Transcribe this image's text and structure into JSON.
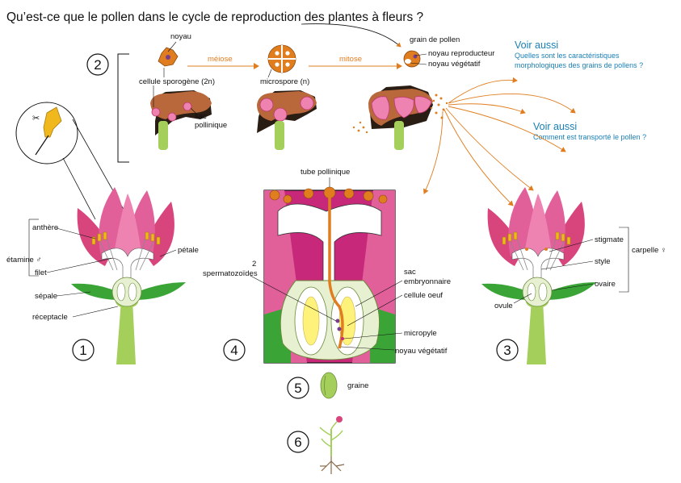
{
  "title": "Qu’est-ce que le pollen dans le cycle de reproduction des plantes à fleurs ?",
  "steps": {
    "s1": "1",
    "s2": "2",
    "s3": "3",
    "s4": "4",
    "s5": "5",
    "s6": "6"
  },
  "labels": {
    "noyau": "noyau",
    "meiose": "méiose",
    "mitose": "mitose",
    "grain_de_pollen": "grain de pollen",
    "noyau_reproducteur": "noyau reproducteur",
    "noyau_vegetatif_top": "noyau végétatif",
    "cellule_sporogene": "cellule sporogène (2n)",
    "microspore": "microspore (n)",
    "sac": "sac",
    "pollinique": "pollinique",
    "anthere": "anthère",
    "etamine": "étamine ♂",
    "filet": "filet",
    "petale": "pétale",
    "sepale": "sépale",
    "receptacle": "réceptacle",
    "tube_pollinique": "tube pollinique",
    "spermatozoides_n": "2",
    "spermatozoides": "spermatozoïdes",
    "sac_embryonnaire_1": "sac",
    "sac_embryonnaire_2": "embryonnaire",
    "cellule_oeuf": "cellule oeuf",
    "micropyle": "micropyle",
    "noyau_vegetatif_bottom": "noyau végétatif",
    "graine": "graine",
    "stigmate": "stigmate",
    "style": "style",
    "ovaire": "ovaire",
    "ovule": "ovule",
    "carpelle": "carpelle ♀"
  },
  "links": {
    "voir_aussi_1": "Voir aussi",
    "link1_line1": "Quelles sont les caractéristiques",
    "link1_line2": "morphologiques des grains de pollens ?",
    "voir_aussi_2": "Voir aussi",
    "link2": "Comment est transporté le pollen ?"
  },
  "colors": {
    "petal": "#d8457c",
    "petal_light": "#ee82b0",
    "stem": "#a4cf5a",
    "leaf": "#3aa536",
    "anther": "#f0b81d",
    "orange": "#e07d1f",
    "brown": "#b8683a",
    "dark": "#2a1d14",
    "link_blue": "#1a7fb5"
  }
}
